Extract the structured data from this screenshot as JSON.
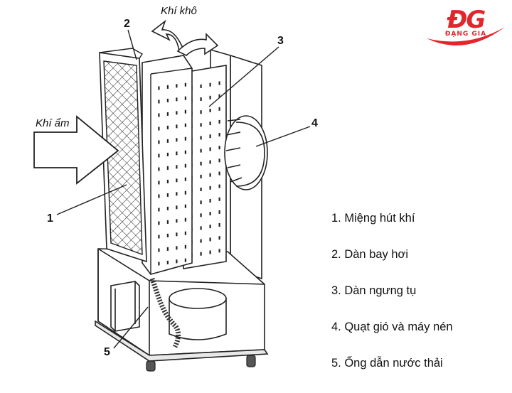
{
  "logo": {
    "mark": "ĐG",
    "subtitle": "ĐẠNG GIA",
    "color": "#e2262b",
    "icon": "dang-gia-logo-icon"
  },
  "diagram": {
    "flow_out_label": "Khí khô",
    "flow_in_label": "Khí ẩm",
    "callouts": [
      "1",
      "2",
      "3",
      "4",
      "5"
    ]
  },
  "legend": [
    "1. Miệng hút khí",
    "2. Dàn bay hơi",
    "3. Dàn ngưng tụ",
    "4. Quạt gió và máy nén",
    "5. Ống dẫn nước thải"
  ]
}
